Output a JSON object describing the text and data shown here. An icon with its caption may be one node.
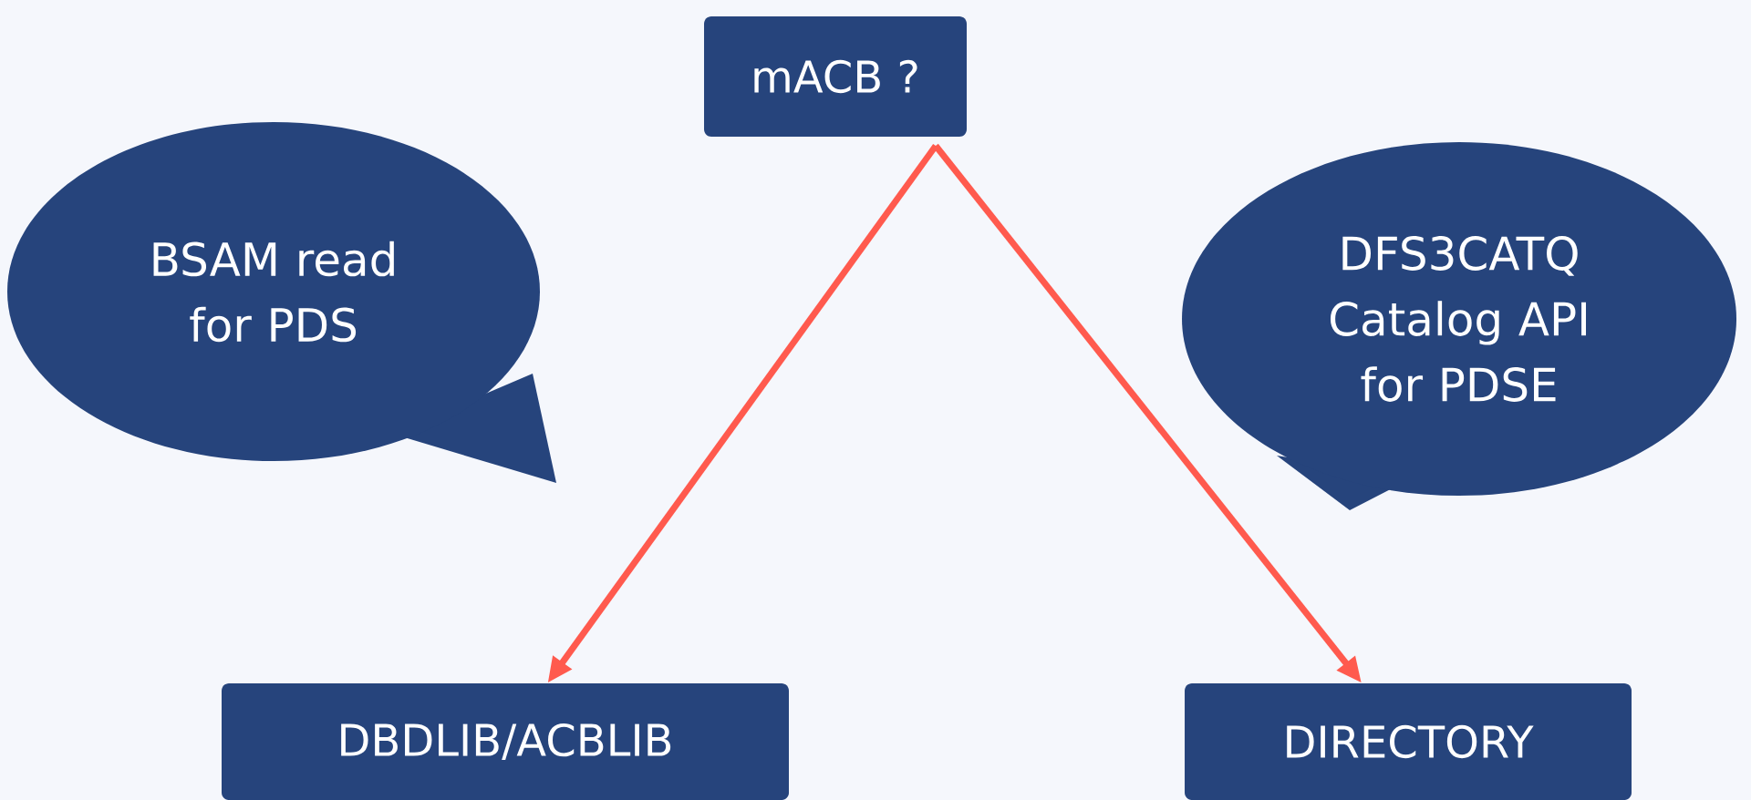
{
  "diagram": {
    "nodes": [
      {
        "text": [
          "mACB ?"
        ]
      },
      {
        "text": [
          "BSAM read for PDS"
        ]
      },
      {
        "text": [
          "DFS3CATQ Catalog API for PDSE"
        ]
      },
      {
        "text": [
          "DBDLIB/ACBLIB"
        ]
      },
      {
        "text": [
          "DIRECTORY"
        ]
      }
    ],
    "edges": [
      {
        "from": 0,
        "to": 3,
        "arrow": "to"
      },
      {
        "from": 0,
        "to": 4,
        "arrow": "to"
      }
    ]
  }
}
